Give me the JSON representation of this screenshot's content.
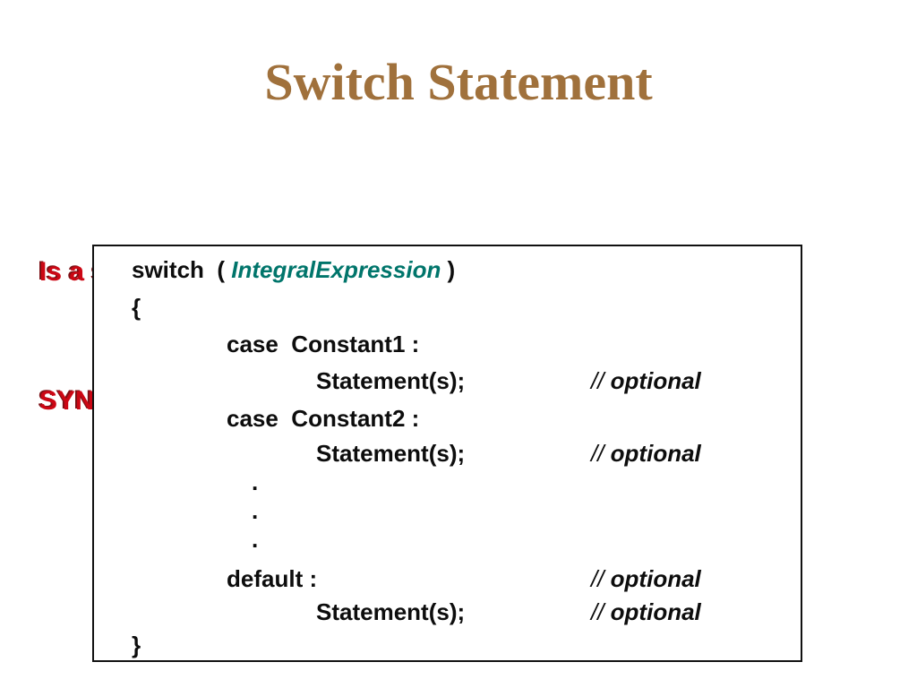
{
  "slide": {
    "title": "Switch Statement",
    "intro": "Is a selection control structure for multi-way branching.",
    "syntax_label": "SYNTAX"
  },
  "colors": {
    "title_brown": "#a0713c",
    "accent_red": "#cc0714",
    "expression_teal": "#00756b",
    "code_text": "#0d0d0d",
    "box_border": "#111111",
    "background": "#ffffff"
  },
  "code": {
    "switch_keyword": "switch  ( ",
    "integral_expression": "IntegralExpression",
    "switch_close": " )",
    "open_brace": "{",
    "case1": "case  Constant1 :",
    "case2": "case  Constant2 :",
    "statement": "Statement(s);",
    "comment_slashes": "// ",
    "comment_word": "optional",
    "ellipsis_dot": ".",
    "default_label": "default :",
    "close_brace": "}"
  }
}
